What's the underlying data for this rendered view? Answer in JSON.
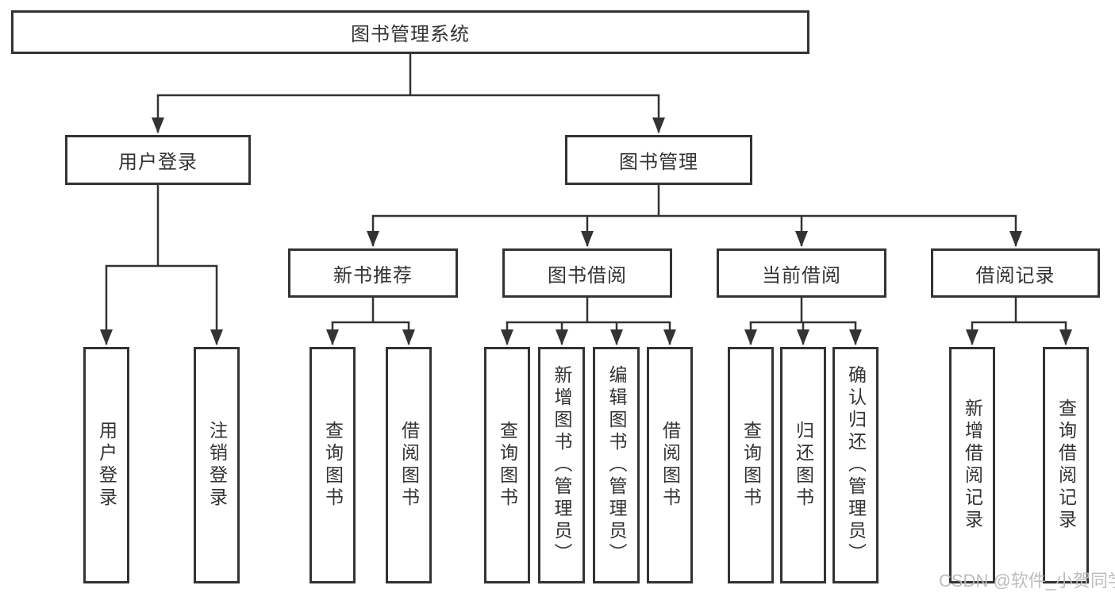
{
  "tree": {
    "label": "图书管理系统",
    "children": [
      {
        "label": "用户登录",
        "children": [
          {
            "label": "用户登录"
          },
          {
            "label": "注销登录"
          }
        ]
      },
      {
        "label": "图书管理",
        "children": [
          {
            "label": "新书推荐",
            "children": [
              {
                "label": "查询图书"
              },
              {
                "label": "借阅图书"
              }
            ]
          },
          {
            "label": "图书借阅",
            "children": [
              {
                "label": "查询图书"
              },
              {
                "label": "新增图书（管理员）"
              },
              {
                "label": "编辑图书（管理员）"
              },
              {
                "label": "借阅图书"
              }
            ]
          },
          {
            "label": "当前借阅",
            "children": [
              {
                "label": "查询图书"
              },
              {
                "label": "归还图书"
              },
              {
                "label": "确认归还（管理员）"
              }
            ]
          },
          {
            "label": "借阅记录",
            "children": [
              {
                "label": "新增借阅记录"
              },
              {
                "label": "查询借阅记录"
              }
            ]
          }
        ]
      }
    ]
  },
  "watermark": {
    "text": "CSDN @软件_小贺同学"
  },
  "colors": {
    "line": "#333333",
    "box_border": "#333333",
    "box_bg": "#ffffff",
    "text": "#333333",
    "watermark": "#b9b9bd"
  }
}
